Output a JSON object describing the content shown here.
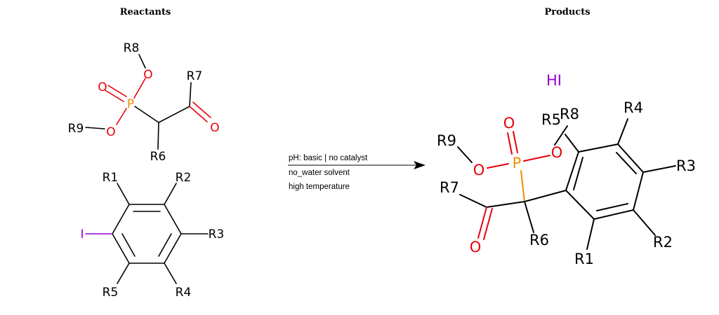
{
  "headers": {
    "reactants": "Reactants",
    "products": "Products"
  },
  "conditions": {
    "line1": "pH: basic | no catalyst",
    "line2": "no_water solvent",
    "line3": "high temperature"
  },
  "colors": {
    "carbon": "#000000",
    "oxygen": "#e8000b",
    "phosphorus": "#f28c00",
    "iodine": "#9400d3"
  },
  "reactant_phosphonate": {
    "R8": "R8",
    "R7": "R7",
    "R9": "R9",
    "R6": "R6",
    "O_a": "O",
    "O_b": "O",
    "O_c": "O",
    "O_d": "O",
    "P": "P"
  },
  "reactant_aryl": {
    "R1": "R1",
    "R2": "R2",
    "R3": "R3",
    "R4": "R4",
    "R5": "R5",
    "I": "I"
  },
  "product_side": {
    "HI": "HI",
    "R9": "R9",
    "R5": "R5",
    "R8": "R8",
    "R4": "R4",
    "R3": "R3",
    "R7": "R7",
    "R6": "R6",
    "R2": "R2",
    "R1": "R1",
    "O_a": "O",
    "O_b": "O",
    "O_c": "O",
    "O_d": "O",
    "P": "P"
  }
}
